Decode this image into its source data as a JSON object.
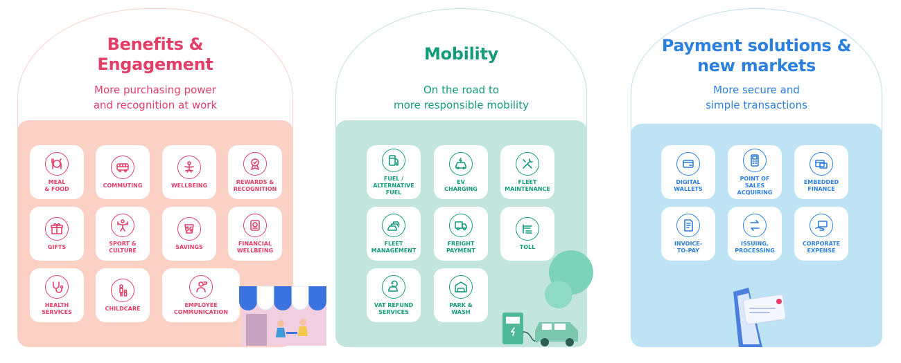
{
  "panels": {
    "benefits": {
      "title_line1": "Benefits &",
      "title_line2": "Engagement",
      "sub_line1": "More purchasing power",
      "sub_line2": "and recognition at work",
      "tiles": [
        {
          "label": "MEAL\n& FOOD",
          "icon": "meal-icon"
        },
        {
          "label": "COMMUTING",
          "icon": "bus-icon"
        },
        {
          "label": "WELLBEING",
          "icon": "wellbeing-icon"
        },
        {
          "label": "REWARDS &\nRECOGNITION",
          "icon": "award-icon"
        },
        {
          "label": "GIFTS",
          "icon": "gift-icon"
        },
        {
          "label": "SPORT &\nCULTURE",
          "icon": "sport-icon"
        },
        {
          "label": "SAVINGS",
          "icon": "savings-icon"
        },
        {
          "label": "FINANCIAL\nWELLBEING",
          "icon": "financial-icon"
        },
        {
          "label": "HEALTH\nSERVICES",
          "icon": "stethoscope-icon"
        },
        {
          "label": "CHILDCARE",
          "icon": "childcare-icon"
        },
        {
          "label": "EMPLOYEE\nCOMMUNICATION",
          "icon": "communication-icon"
        }
      ]
    },
    "mobility": {
      "title": "Mobility",
      "sub_line1": "On the road to",
      "sub_line2": "more responsible mobility",
      "tiles": [
        {
          "label": "FUEL /\nALTERNATIVE\nFUEL",
          "icon": "fuel-icon"
        },
        {
          "label": "EV\nCHARGING",
          "icon": "ev-charging-icon"
        },
        {
          "label": "FLEET\nMAINTENANCE",
          "icon": "tools-icon"
        },
        {
          "label": "FLEET\nMANAGEMENT",
          "icon": "fleet-icon"
        },
        {
          "label": "FREIGHT\nPAYMENT",
          "icon": "truck-icon"
        },
        {
          "label": "TOLL",
          "icon": "toll-icon"
        },
        {
          "label": "VAT REFUND\nSERVICES",
          "icon": "vat-refund-icon"
        },
        {
          "label": "PARK &\nWASH",
          "icon": "park-wash-icon"
        }
      ]
    },
    "payment": {
      "title_line1": "Payment solutions &",
      "title_line2": "new markets",
      "sub_line1": "More secure and",
      "sub_line2": "simple transactions",
      "tiles": [
        {
          "label": "DIGITAL\nWALLETS",
          "icon": "wallet-icon"
        },
        {
          "label": "POINT OF\nSALES\nACQUIRING",
          "icon": "pos-icon"
        },
        {
          "label": "EMBEDDED\nFINANCE",
          "icon": "embedded-icon"
        },
        {
          "label": "INVOICE-\nTO-PAY",
          "icon": "invoice-icon"
        },
        {
          "label": "ISSUING,\nPROCESSING",
          "icon": "exchange-icon"
        },
        {
          "label": "CORPORATE\nEXPENSE",
          "icon": "expense-icon"
        }
      ]
    }
  },
  "colors": {
    "benefits": "#e34069",
    "mobility": "#149b7c",
    "payment": "#2b7fde",
    "benefits_bg": "#fbd1c6",
    "mobility_bg": "#c2e5dd",
    "payment_bg": "#bde3f4"
  }
}
